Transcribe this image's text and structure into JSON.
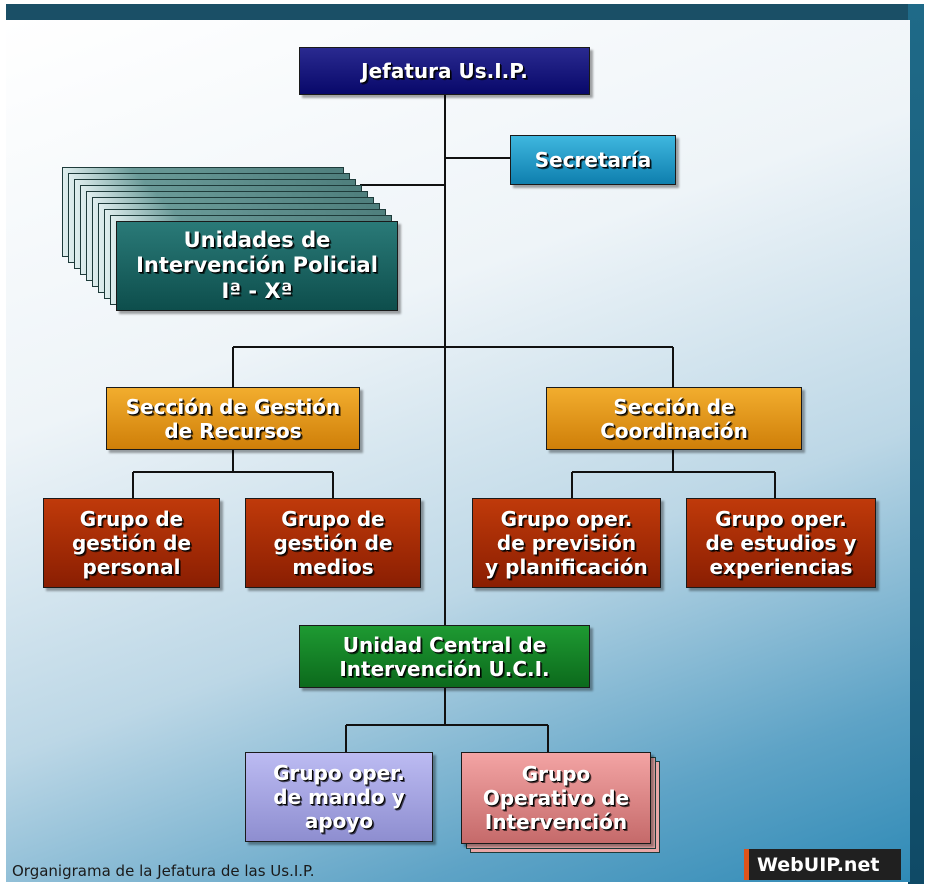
{
  "nodes": {
    "jefatura": "Jefatura Us.I.P.",
    "secretaria": "Secretaría",
    "unidades": "Unidades de\nIntervención Policial\nIª - Xª",
    "seccion_gestion": "Sección de Gestión\nde Recursos",
    "seccion_coordinacion": "Sección de\nCoordinación",
    "grupo_personal": "Grupo de\ngestión de\npersonal",
    "grupo_medios": "Grupo de\ngestión de\nmedios",
    "grupo_prevision": "Grupo oper.\nde previsión\ny planificación",
    "grupo_estudios": "Grupo oper.\nde estudios y\nexperiencias",
    "unidad_central": "Unidad Central de\nIntervención U.C.I.",
    "grupo_mando": "Grupo oper.\nde mando y\napoyo",
    "grupo_operativo": "Grupo\nOperativo de\nIntervención"
  },
  "caption": "Organigrama de la Jefatura de las Us.I.P.",
  "logo": "WebUIP.net",
  "colors": {
    "navy": "#10107a",
    "cyan": "#1b97c7",
    "teal": "#175f5d",
    "orange": "#e59a1a",
    "rust": "#a82c06",
    "green": "#138428",
    "lilac": "#a6a5e2",
    "pink": "#d98484"
  }
}
